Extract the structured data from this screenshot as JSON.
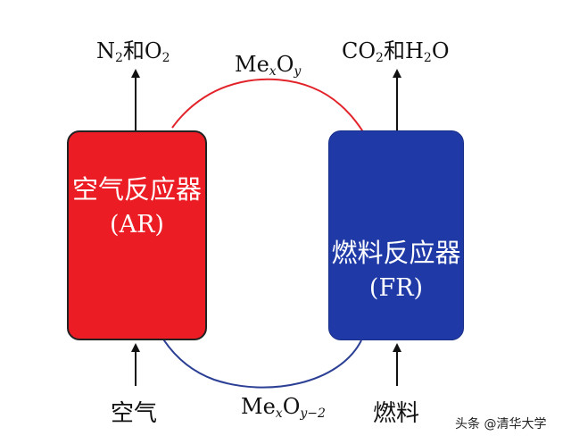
{
  "air_reactor": {
    "name": "空气反应器",
    "abbr": "(AR)",
    "color": "#ec1c24"
  },
  "fuel_reactor": {
    "name": "燃料反应器",
    "abbr": "(FR)",
    "color": "#1f3aa6"
  },
  "outputs": {
    "ar_out": {
      "a": "N",
      "a_sub": "2",
      "mid": "和",
      "b": "O",
      "b_sub": "2"
    },
    "fr_out": {
      "a": "CO",
      "a_sub": "2",
      "mid": "和",
      "b": "H",
      "b_sub": "2",
      "c": "O"
    }
  },
  "inputs": {
    "air": "空气",
    "fuel": "燃料"
  },
  "carriers": {
    "oxidized": {
      "base": "Me",
      "x": "x",
      "o": "O",
      "y": "y",
      "color": "#e2232a"
    },
    "reduced": {
      "base": "Me",
      "x": "x",
      "o": "O",
      "y": "y−2",
      "color": "#2b3f95"
    }
  },
  "watermark": "头条 @清华大学"
}
